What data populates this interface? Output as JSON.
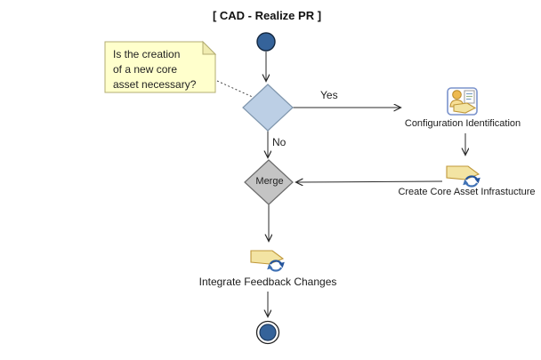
{
  "diagram": {
    "title": "[ CAD - Realize PR ]",
    "note": {
      "text": "Is the creation\nof a new core\nasset necessary?"
    },
    "edges": {
      "yes_label": "Yes",
      "no_label": "No"
    },
    "nodes": {
      "start": "initial-node",
      "decision": "decision-diamond",
      "merge_label": "Merge",
      "config_label": "Configuration Identification",
      "create_label": "Create Core Asset Infrastucture",
      "integrate_label": "Integrate Feedback Changes",
      "end": "final-node"
    },
    "icons": {
      "activity_icon": "person-with-document-icon",
      "task_icon": "tag-with-cycle-arrows-icon",
      "note_icon": "folded-corner-note"
    },
    "colors": {
      "node_fill": "#35639a",
      "node_border": "#14273f",
      "decision_fill": "#bccfe5",
      "decision_border": "#7f96ad",
      "merge_fill": "#c4c4c4",
      "merge_border": "#6b6b6b",
      "note_fill": "#ffffcc",
      "note_border": "#b3ad72",
      "icon_yellow": "#f3e4a3",
      "icon_yellow_border": "#c0983a",
      "icon_blue": "#24549c",
      "icon_frame_blue": "#7b93cc",
      "edge_color": "#2a2a2a"
    }
  }
}
